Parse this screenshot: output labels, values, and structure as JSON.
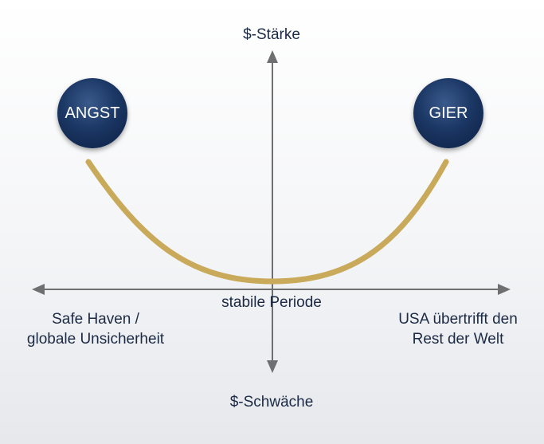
{
  "axis": {
    "top": "$-Stärke",
    "bottom": "$-Schwäche",
    "center": "stabile Periode",
    "left": [
      "Safe Haven /",
      "globale Unsicherheit"
    ],
    "right": [
      "USA übertrifft den",
      "Rest der Welt"
    ]
  },
  "bubbles": {
    "left": "ANGST",
    "right": "GIER"
  },
  "colors": {
    "axis": "#6f6f72",
    "curve": "#c9a95a",
    "bubble": "#1b3764",
    "text": "#1c2a44"
  }
}
